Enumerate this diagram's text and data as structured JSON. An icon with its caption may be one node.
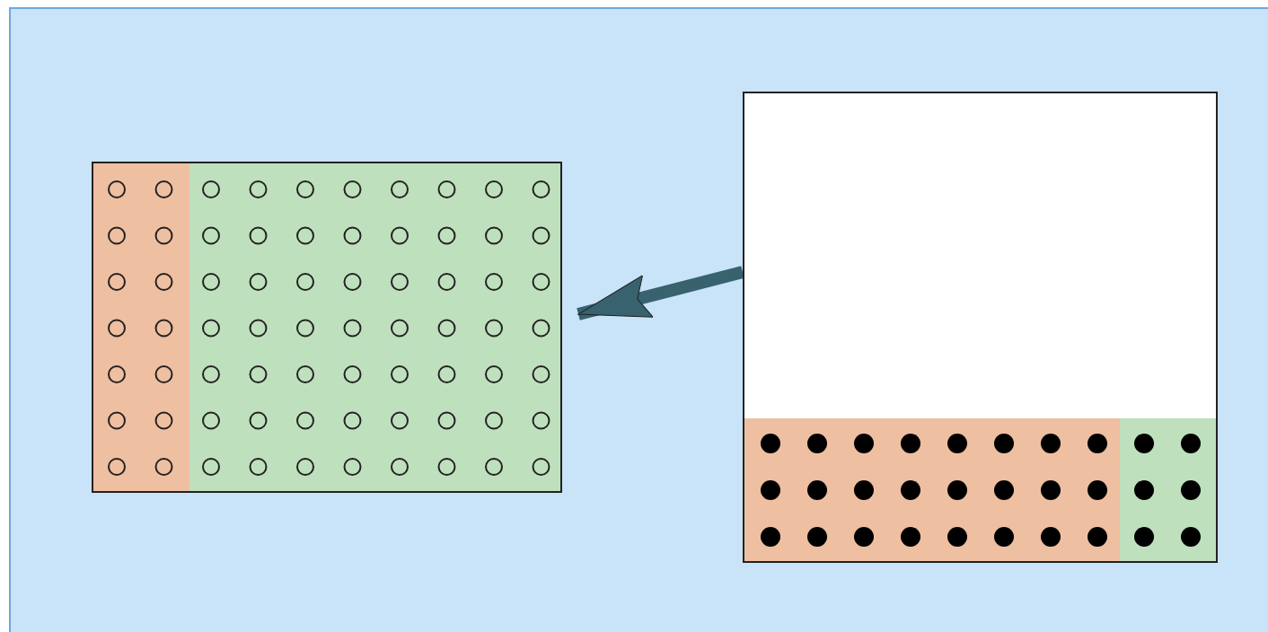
{
  "diagram": {
    "nodes": [
      {
        "text": [],
        "shape": "box"
      },
      {
        "text": [],
        "shape": "box"
      }
    ],
    "edges": [
      {
        "from": 1,
        "to": 0,
        "arrow": "to"
      }
    ]
  }
}
